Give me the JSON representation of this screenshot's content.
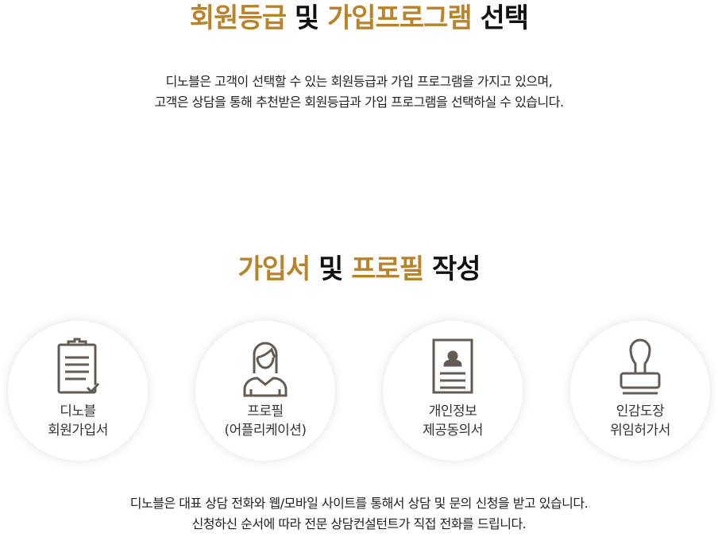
{
  "section1": {
    "title_parts": [
      "회원등급",
      " 및 ",
      "가입프로그램",
      " 선택"
    ],
    "desc_lines": [
      "디노블은 고객이 선택할 수 있는 회원등급과 가입 프로그램을 가지고 있으며,",
      "고객은 상담을 통해 추천받은 회원등급과 가입 프로그램을 선택하실 수 있습니다."
    ]
  },
  "section2": {
    "title_parts": [
      "가입서",
      " 및 ",
      "프로필",
      " 작성"
    ],
    "items": [
      {
        "icon": "clipboard-check-icon",
        "line1": "디노블",
        "line2": "회원가입서"
      },
      {
        "icon": "person-icon",
        "line1": "프로필",
        "line2": "(어플리케이션)"
      },
      {
        "icon": "id-document-icon",
        "line1": "개인정보",
        "line2": "제공동의서"
      },
      {
        "icon": "stamp-icon",
        "line1": "인감도장",
        "line2": "위임허가서"
      }
    ],
    "desc_lines": [
      "디노블은 대표 상담 전화와 웹/모바일 사이트를 통해서 상담 및 문의 신청을 받고 있습니다.",
      "신청하신 순서에 따라 전문 상담컨설턴트가 직접 전화를 드립니다."
    ]
  },
  "colors": {
    "accent": "#b8832b",
    "icon": "#625c55"
  }
}
